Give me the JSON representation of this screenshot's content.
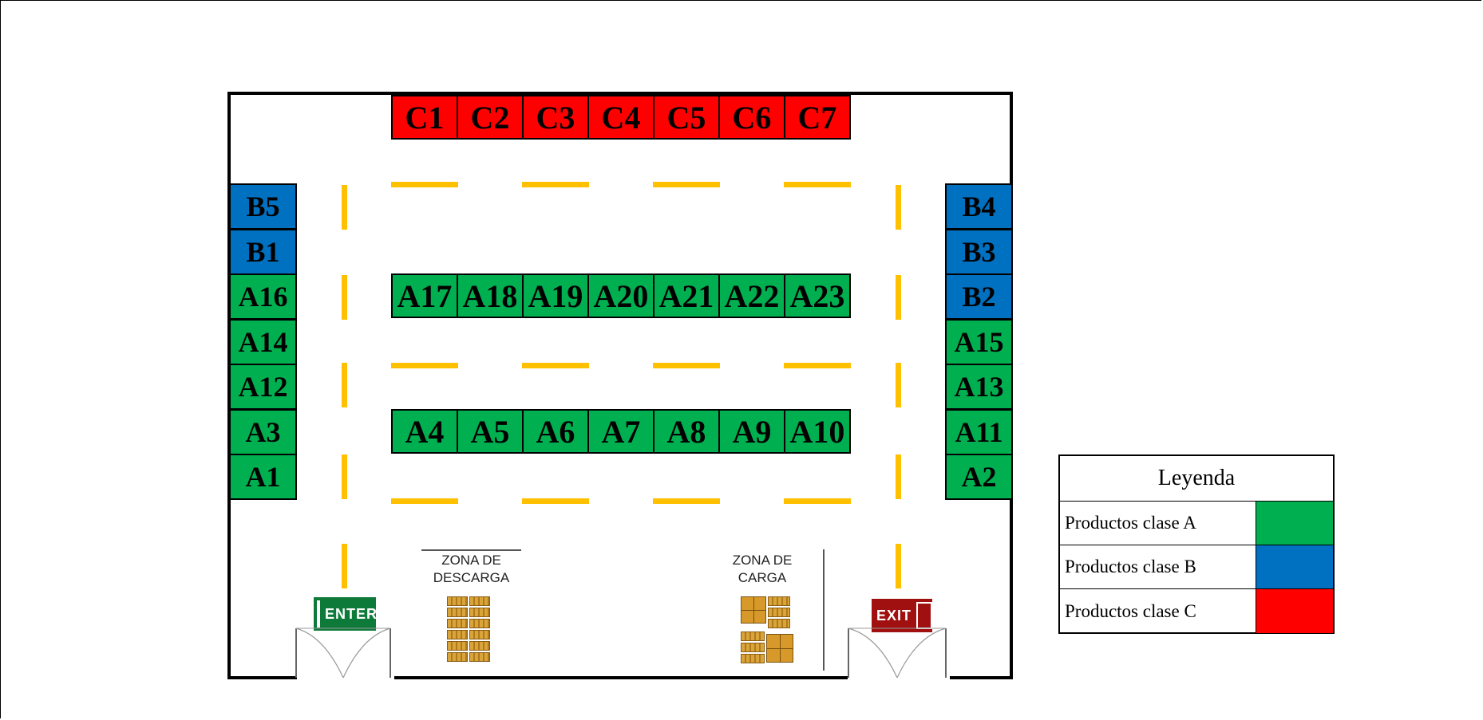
{
  "colors": {
    "class_a": "#00b050",
    "class_b": "#0070c0",
    "class_c": "#ff0000",
    "aisle": "#ffc000",
    "enter_sign": "#0e7a3a",
    "exit_sign": "#a01010"
  },
  "rows": {
    "top": [
      "C1",
      "C2",
      "C3",
      "C4",
      "C5",
      "C6",
      "C7"
    ],
    "middle": [
      "A17",
      "A18",
      "A19",
      "A20",
      "A21",
      "A22",
      "A23"
    ],
    "lower": [
      "A4",
      "A5",
      "A6",
      "A7",
      "A8",
      "A9",
      "A10"
    ]
  },
  "columns": {
    "left": [
      {
        "label": "B5",
        "cls": "b"
      },
      {
        "label": "B1",
        "cls": "b"
      },
      {
        "label": "A16",
        "cls": "a"
      },
      {
        "label": "A14",
        "cls": "a"
      },
      {
        "label": "A12",
        "cls": "a"
      },
      {
        "label": "A3",
        "cls": "a"
      },
      {
        "label": "A1",
        "cls": "a"
      }
    ],
    "right": [
      {
        "label": "B4",
        "cls": "b"
      },
      {
        "label": "B3",
        "cls": "b"
      },
      {
        "label": "B2",
        "cls": "b"
      },
      {
        "label": "A15",
        "cls": "a"
      },
      {
        "label": "A13",
        "cls": "a"
      },
      {
        "label": "A11",
        "cls": "a"
      },
      {
        "label": "A2",
        "cls": "a"
      }
    ]
  },
  "zones": {
    "descarga": {
      "line1": "ZONA DE",
      "line2": "DESCARGA"
    },
    "carga": {
      "line1": "ZONA DE",
      "line2": "CARGA"
    }
  },
  "signs": {
    "enter": "ENTER",
    "exit": "EXIT"
  },
  "legend": {
    "title": "Leyenda",
    "items": [
      {
        "label": "Productos clase A",
        "color": "#00b050"
      },
      {
        "label": "Productos clase B",
        "color": "#0070c0"
      },
      {
        "label": "Productos clase C",
        "color": "#ff0000"
      }
    ]
  }
}
